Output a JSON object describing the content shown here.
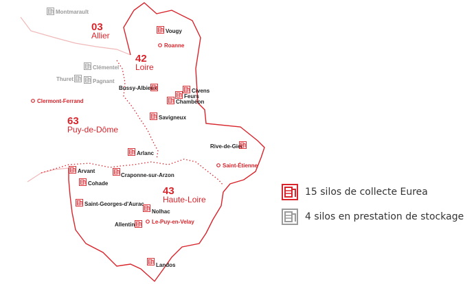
{
  "colors": {
    "accent": "#d8232a",
    "grey": "#9a9a9a",
    "text": "#222222"
  },
  "departments": [
    {
      "id": "allier",
      "number": "03",
      "name": "Allier"
    },
    {
      "id": "loire",
      "number": "42",
      "name": "Loire"
    },
    {
      "id": "puy-de-dome",
      "number": "63",
      "name": "Puy-de-Dôme"
    },
    {
      "id": "haute-loire",
      "number": "43",
      "name": "Haute-Loire"
    }
  ],
  "silos_eurea": [
    "Vougy",
    "Bussy-Albieux",
    "Civens",
    "Feurs",
    "Chambéon",
    "Savigneux",
    "Rive-de-Gier",
    "Arlanc",
    "Arvant",
    "Cohade",
    "Craponne-sur-Arzon",
    "Saint-Georges-d'Aurac",
    "Nolhac",
    "Allentin",
    "Landos"
  ],
  "silos_stockage": [
    "Montmarault",
    "Clémentel",
    "Thuret",
    "Pagnant"
  ],
  "cities": [
    "Roanne",
    "Clermont-Ferrand",
    "Saint-Étienne",
    "Le-Puy-en-Velay"
  ],
  "legend": {
    "eurea_label": "15 silos de collecte Eurea",
    "stockage_label": "4 silos en prestation de stockage",
    "eurea_icon": "silo-icon",
    "stockage_icon": "silo-outline-icon"
  }
}
